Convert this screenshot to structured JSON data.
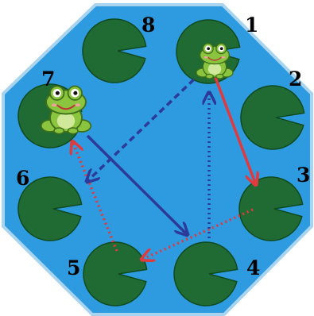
{
  "colors": {
    "pond": "#2e9be0",
    "pond_border": "#a8d4f0",
    "lily_pad": "#1f6b33",
    "lily_pad_rim": "#0f4a1f",
    "arrow_red": "#e0393e",
    "arrow_blue": "#2c3a9a",
    "frog_body": "#8bc53f"
  },
  "pads": [
    {
      "label": "1"
    },
    {
      "label": "2"
    },
    {
      "label": "3"
    },
    {
      "label": "4"
    },
    {
      "label": "5"
    },
    {
      "label": "6"
    },
    {
      "label": "7"
    },
    {
      "label": "8"
    }
  ],
  "frogs": [
    {
      "name": "frog-on-pad-1",
      "on_pad": "1"
    },
    {
      "name": "frog-on-pad-7",
      "on_pad": "7"
    }
  ],
  "jumps": [
    {
      "from": "1",
      "to": "3",
      "color": "red",
      "style": "solid"
    },
    {
      "from": "3",
      "to": "5",
      "color": "red",
      "style": "dotted"
    },
    {
      "from": "5",
      "to": "7",
      "color": "red",
      "style": "dotted"
    },
    {
      "from": "7",
      "to": "4",
      "color": "blue",
      "style": "solid"
    },
    {
      "from": "4",
      "to": "1",
      "color": "blue",
      "style": "dotted"
    },
    {
      "from": "1",
      "to": "6",
      "color": "blue",
      "style": "dashed"
    }
  ]
}
